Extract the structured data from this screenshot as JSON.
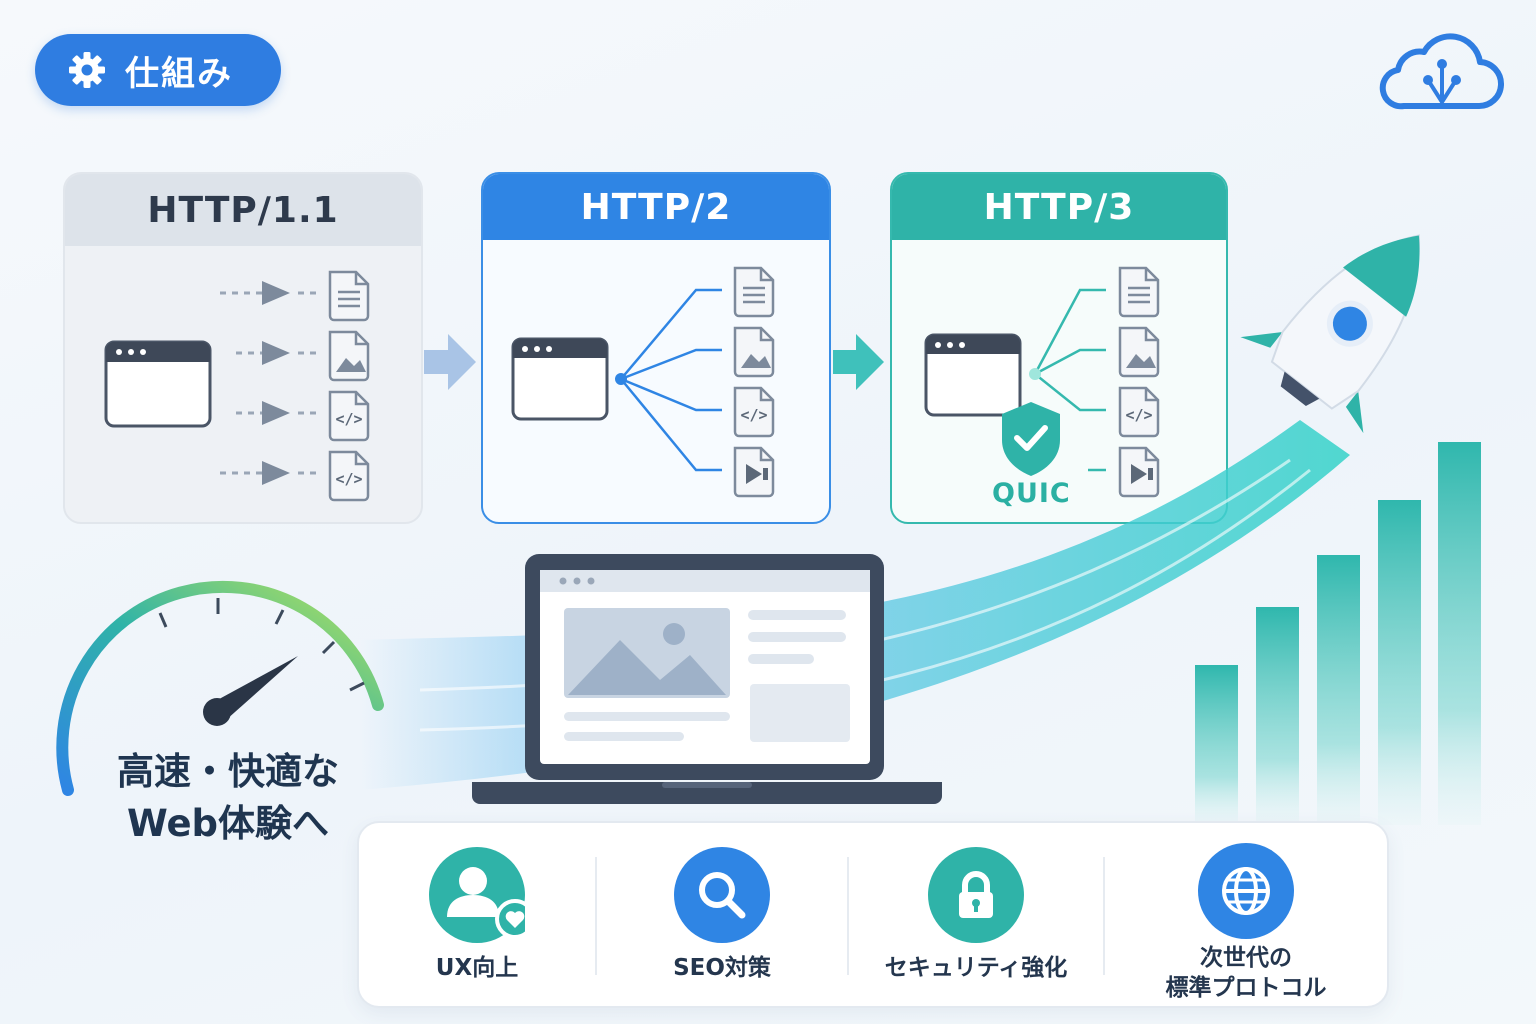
{
  "header": {
    "badge_label": "仕組み",
    "badge_icon": "gear-icon",
    "logo_icon": "cloud-network-icon"
  },
  "protocols": [
    {
      "title": "HTTP/1.1",
      "color": "#dde3ea"
    },
    {
      "title": "HTTP/2",
      "color": "#2f85e4"
    },
    {
      "title": "HTTP/3",
      "color": "#2fb3a8",
      "extra_label": "QUIC"
    }
  ],
  "resource_icons": [
    "document-icon",
    "image-icon",
    "code-icon",
    "video-icon"
  ],
  "tagline": {
    "line1": "高速・快適な",
    "line2": "Web体験へ"
  },
  "benefits": [
    {
      "label": "UX向上",
      "icon": "user-heart-icon",
      "color": "#2fb3a8"
    },
    {
      "label": "SEO対策",
      "icon": "search-icon",
      "color": "#2f85e4"
    },
    {
      "label": "セキュリティ強化",
      "icon": "lock-icon",
      "color": "#2fb3a8"
    },
    {
      "label_line1": "次世代の",
      "label_line2": "標準プロトコル",
      "icon": "globe-icon",
      "color": "#2f85e4"
    }
  ]
}
